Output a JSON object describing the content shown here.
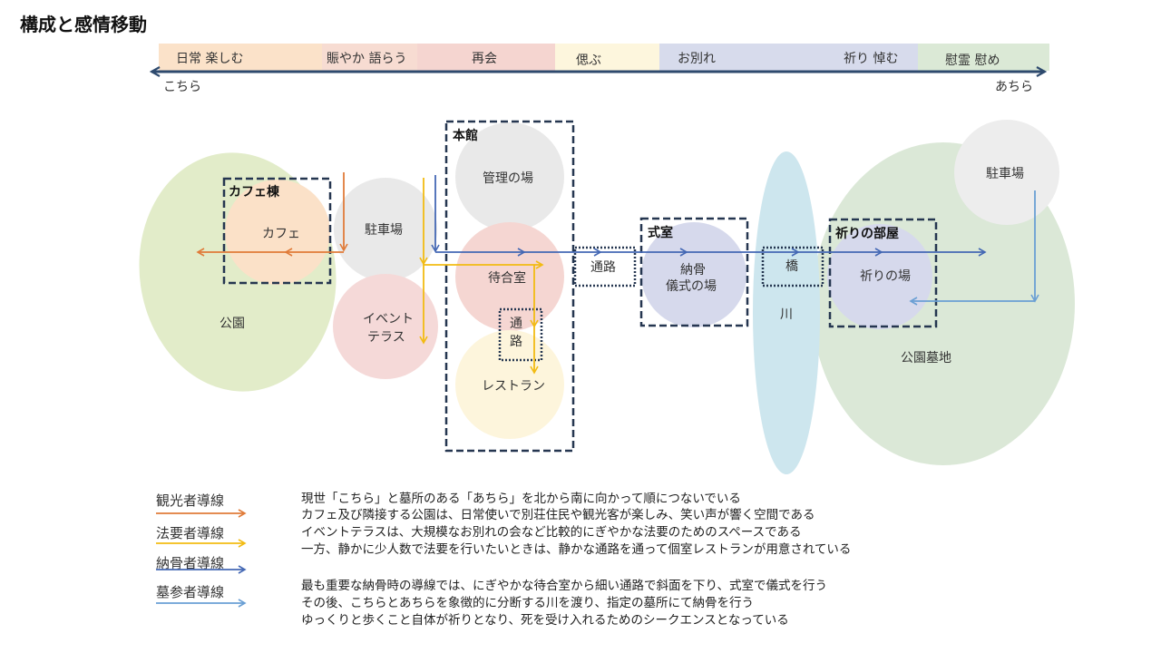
{
  "title": "構成と感情移動",
  "band": {
    "segments": [
      "日常 楽しむ",
      "賑やか 語らう",
      "再会",
      "偲ぶ",
      "お別れ",
      "祈り 悼む",
      "慰霊 慰め"
    ],
    "left_label": "こちら",
    "right_label": "あちら",
    "colors": [
      "#fbe2c9",
      "#f7dcd2",
      "#f5d5d0",
      "#fdf6dd",
      "#d7dbec",
      "#d7dbec",
      "#dbe9d6"
    ]
  },
  "diagram": {
    "park": "公園",
    "cafe_building": "カフェ棟",
    "cafe": "カフェ",
    "parking": "駐車場",
    "event_terrace": [
      "イベント",
      "テラス"
    ],
    "main_building": "本館",
    "admin": "管理の場",
    "waiting_room": "待合室",
    "inner_passage": [
      "通",
      "路"
    ],
    "restaurant": "レストラン",
    "passage": "通路",
    "ceremony_room": "式室",
    "ceremony_place": [
      "納骨",
      "儀式の場"
    ],
    "river": "川",
    "bridge": "橋",
    "prayer_room": "祈りの部屋",
    "prayer_place": "祈りの場",
    "cemetery": "公園墓地",
    "parking2": "駐車場"
  },
  "legend": [
    {
      "label": "観光者導線",
      "color": "#e07b39"
    },
    {
      "label": "法要者導線",
      "color": "#f2bb12"
    },
    {
      "label": "納骨者導線",
      "color": "#4468b4"
    },
    {
      "label": "墓参者導線",
      "color": "#6a9fd4"
    }
  ],
  "description": [
    "現世「こちら」と墓所のある「あちら」を北から南に向かって順につないでいる",
    "カフェ及び隣接する公園は、日常使いで別荘住民や観光客が楽しみ、笑い声が響く空間である",
    "イベントテラスは、大規模なお別れの会など比較的にぎやかな法要のためのスペースである",
    "一方、静かに少人数で法要を行いたいときは、静かな通路を通って個室レストランが用意されている",
    "最も重要な納骨時の導線では、にぎやかな待合室から細い通路で斜面を下り、式室で儀式を行う",
    "その後、こちらとあちらを象徴的に分断する川を渡り、指定の墓所にて納骨を行う",
    "ゆっくりと歩くこと自体が祈りとなり、死を受け入れるためのシークエンスとなっている"
  ]
}
